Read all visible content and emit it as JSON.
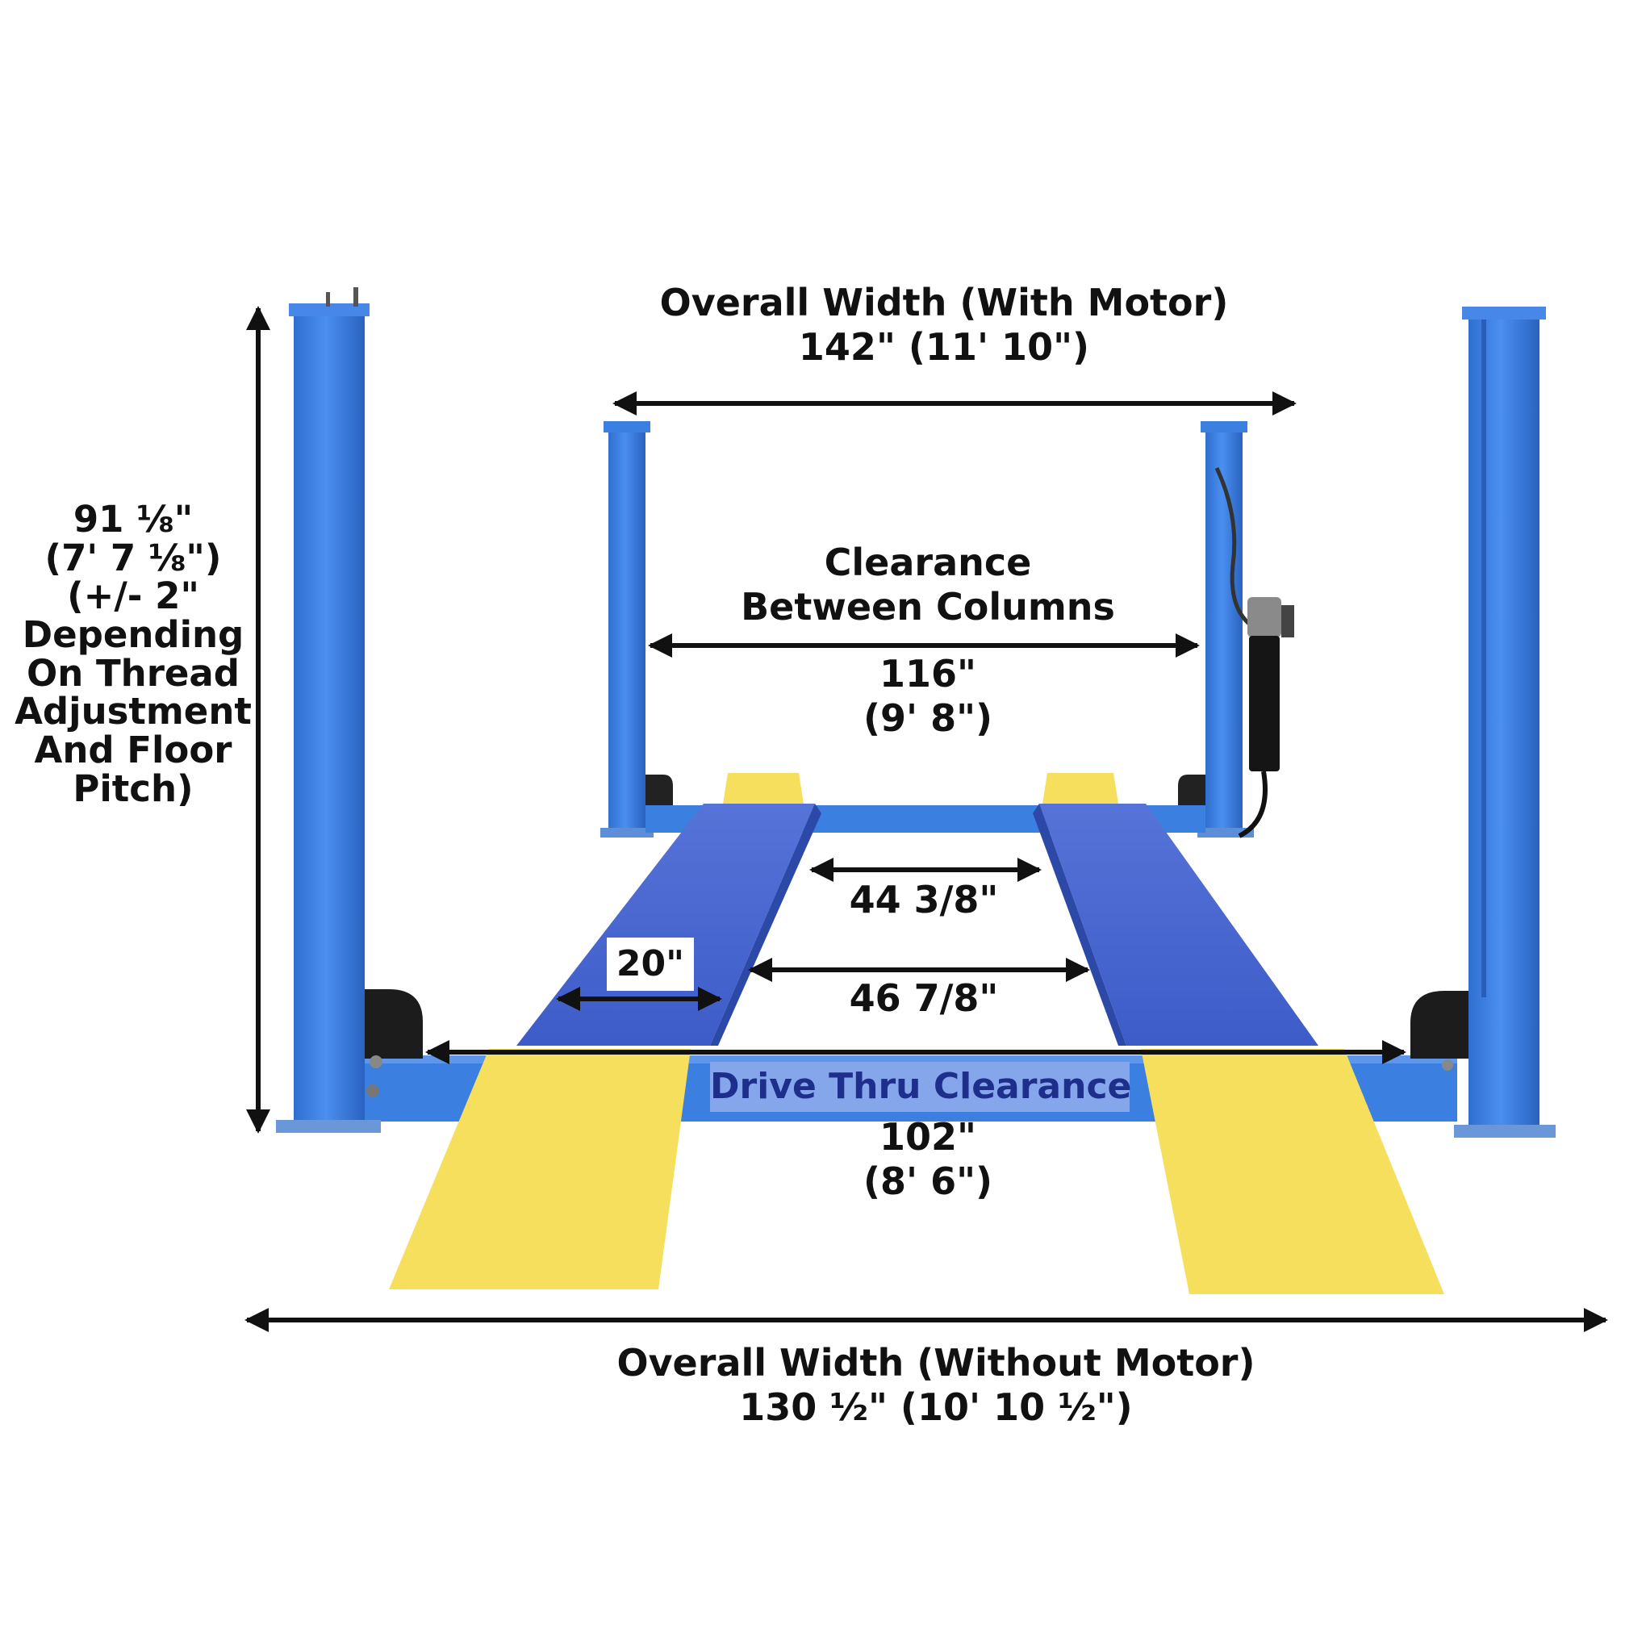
{
  "diagram": {
    "colors": {
      "steel_blue": "#3b7fe0",
      "steel_blue_dark": "#2d63b8",
      "runway_blue": "#4a68d2",
      "ramp_yellow": "#f7df5e",
      "arrow": "#111111"
    },
    "labels": {
      "overall_width_with_motor": {
        "line1": "Overall Width (With Motor)",
        "line2": "142\" (11' 10\")"
      },
      "height": {
        "line1": "91 ⅛\"",
        "line2": "(7' 7 ⅛\")",
        "line3": "(+/- 2\"",
        "line4": "Depending",
        "line5": "On Thread",
        "line6": "Adjustment",
        "line7": "And Floor",
        "line8": "Pitch)"
      },
      "clearance_between_columns": {
        "line1": "Clearance",
        "line2": "Between Columns",
        "line3": "116\"",
        "line4": "(9' 8\")"
      },
      "inner_runway_gap": "44 3/8\"",
      "outer_runway_gap": "46 7/8\"",
      "runway_width": "20\"",
      "drive_thru_clearance": {
        "line1": "Drive Thru Clearance",
        "line2": "102\"",
        "line3": "(8' 6\")"
      },
      "overall_width_without_motor": {
        "line1": "Overall Width (Without Motor)",
        "line2": "130 ½\" (10' 10 ½\")"
      }
    },
    "icons": {
      "motor": "hydraulic-power-unit-icon"
    }
  }
}
